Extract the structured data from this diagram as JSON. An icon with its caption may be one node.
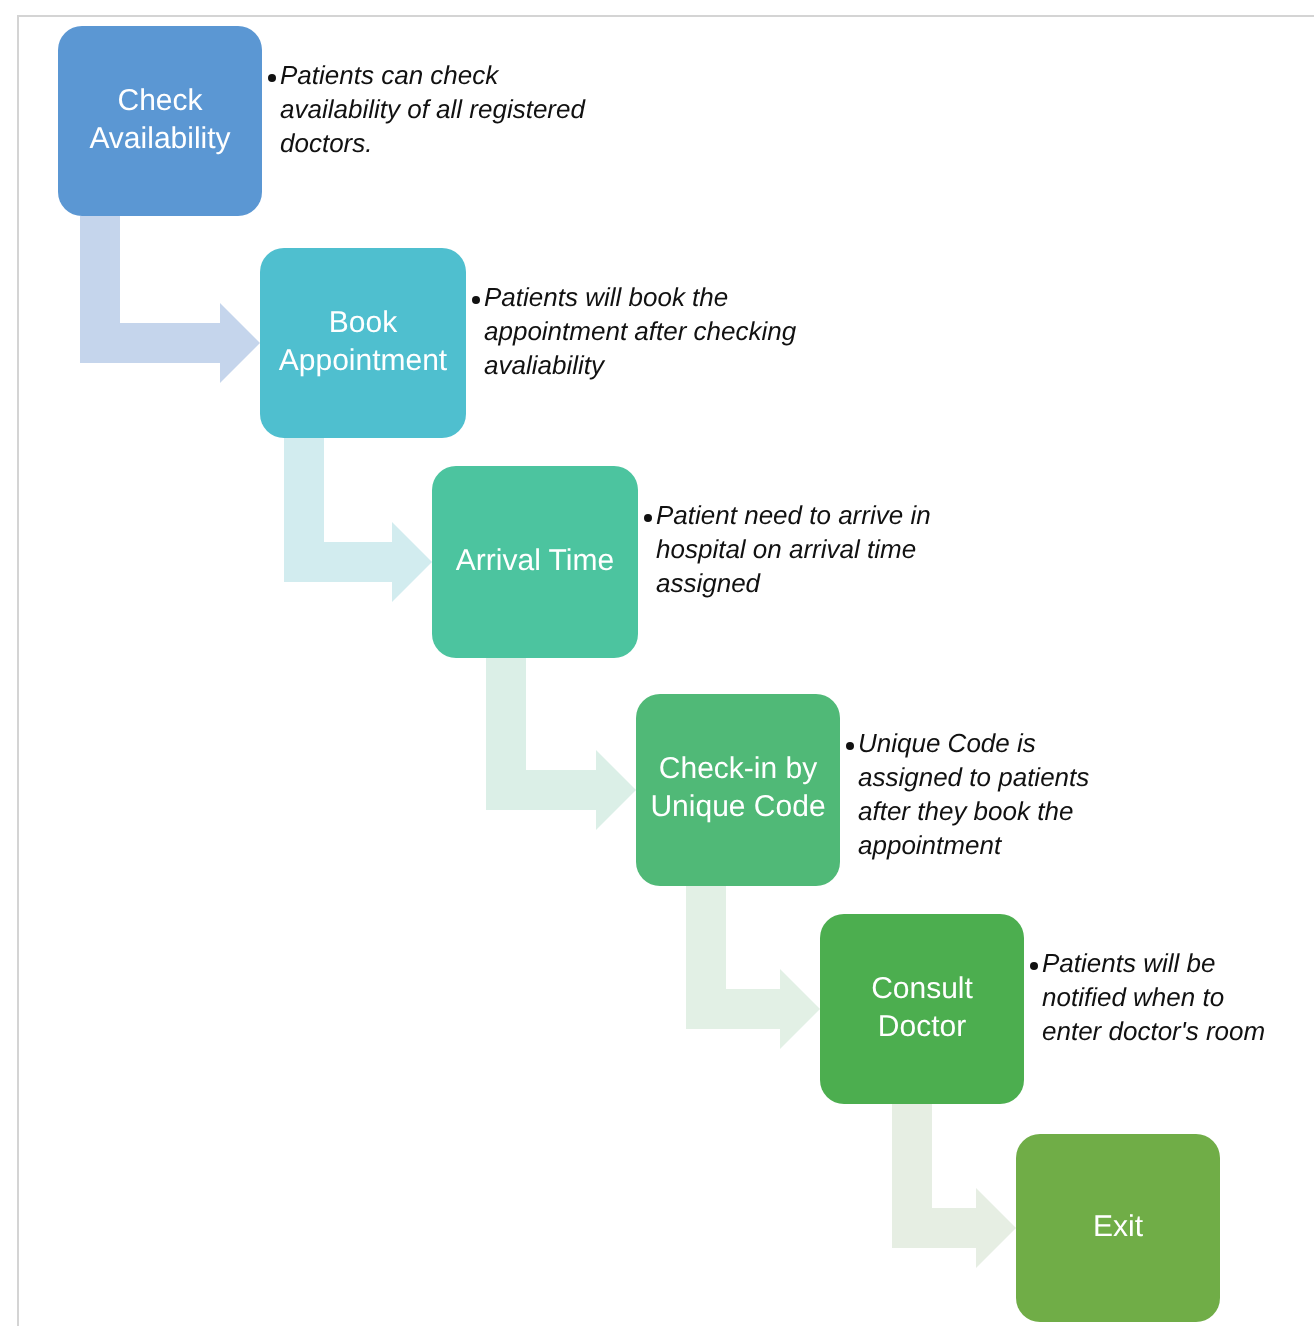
{
  "diagram": {
    "nodes": [
      {
        "text": [
          "Check Availability"
        ],
        "beside": [
          "Patients can check availability of all registered doctors."
        ]
      },
      {
        "text": [
          "Book Appointment"
        ],
        "beside": [
          "Patients will book the appointment after checking avaliability"
        ]
      },
      {
        "text": [
          "Arrival Time"
        ],
        "beside": [
          "Patient need to arrive in hospital on arrival time assigned"
        ]
      },
      {
        "text": [
          "Check-in by Unique Code"
        ],
        "beside": [
          "Unique Code is assigned to patients after they book the appointment"
        ]
      },
      {
        "text": [
          "Consult Doctor"
        ],
        "beside": [
          "Patients will be notified when to enter doctor's room"
        ]
      },
      {
        "text": [
          "Exit"
        ]
      }
    ],
    "edges": [
      {
        "from": 0,
        "to": 1,
        "arrow": "to",
        "color": "#c5d5ec"
      },
      {
        "from": 1,
        "to": 2,
        "arrow": "to",
        "color": "#d2ecef"
      },
      {
        "from": 2,
        "to": 3,
        "arrow": "to",
        "color": "#dbefe7"
      },
      {
        "from": 3,
        "to": 4,
        "arrow": "to",
        "color": "#e2f0e5"
      },
      {
        "from": 4,
        "to": 5,
        "arrow": "to",
        "color": "#e6eee3"
      }
    ]
  }
}
